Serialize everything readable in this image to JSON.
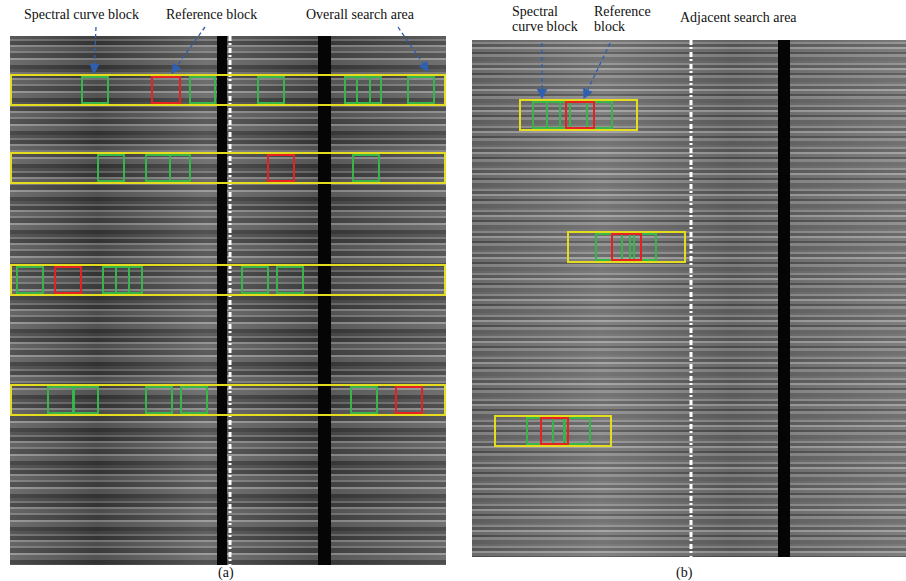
{
  "diagram": {
    "labels": [
      "Spectral curve block",
      "Reference block",
      "Overall search area",
      "Spectral curve block",
      "Reference block",
      "Adjacent search area",
      "(a)",
      "(b)"
    ]
  }
}
